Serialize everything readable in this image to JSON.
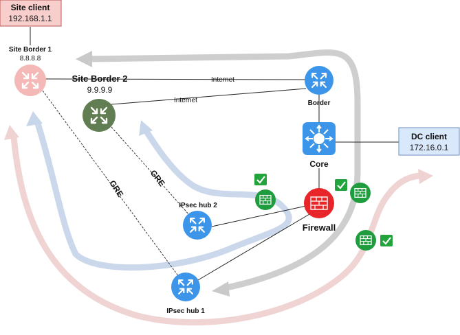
{
  "site_client": {
    "title": "Site client",
    "ip": "192.168.1.1"
  },
  "site_border_1": {
    "title": "Site Border 1",
    "ip": "8.8.8.8"
  },
  "site_border_2": {
    "title": "Site Border 2",
    "ip": "9.9.9.9"
  },
  "border": {
    "title": "Border"
  },
  "core": {
    "title": "Core"
  },
  "firewall": {
    "title": "Firewall"
  },
  "ipsec_hub_1": {
    "title": "IPsec hub 1"
  },
  "ipsec_hub_2": {
    "title": "IPsec hub 2"
  },
  "dc_client": {
    "title": "DC client",
    "ip": "172.16.0.1"
  },
  "links": {
    "internet_1": "Internet",
    "internet_2": "Internet",
    "gre_1": "GRE",
    "gre_2": "GRE"
  },
  "colors": {
    "router_blue": "#3d95e9",
    "border1_pink": "#f4b9b7",
    "border2_green": "#617d52",
    "firewall_red": "#e8262a",
    "ips_green": "#1f9d3e",
    "check_green": "#23a33b",
    "flow_grey": "#c9c9c9",
    "flow_blue": "#c8d6ea",
    "flow_pink": "#efd2d2",
    "gre_red": "#b34a47",
    "gre_green": "#617d52"
  },
  "icons": {
    "router": "router-icon",
    "switch": "switch-icon",
    "firewall": "firewall-icon",
    "ips": "ips-icon",
    "check": "checkmark-icon"
  }
}
